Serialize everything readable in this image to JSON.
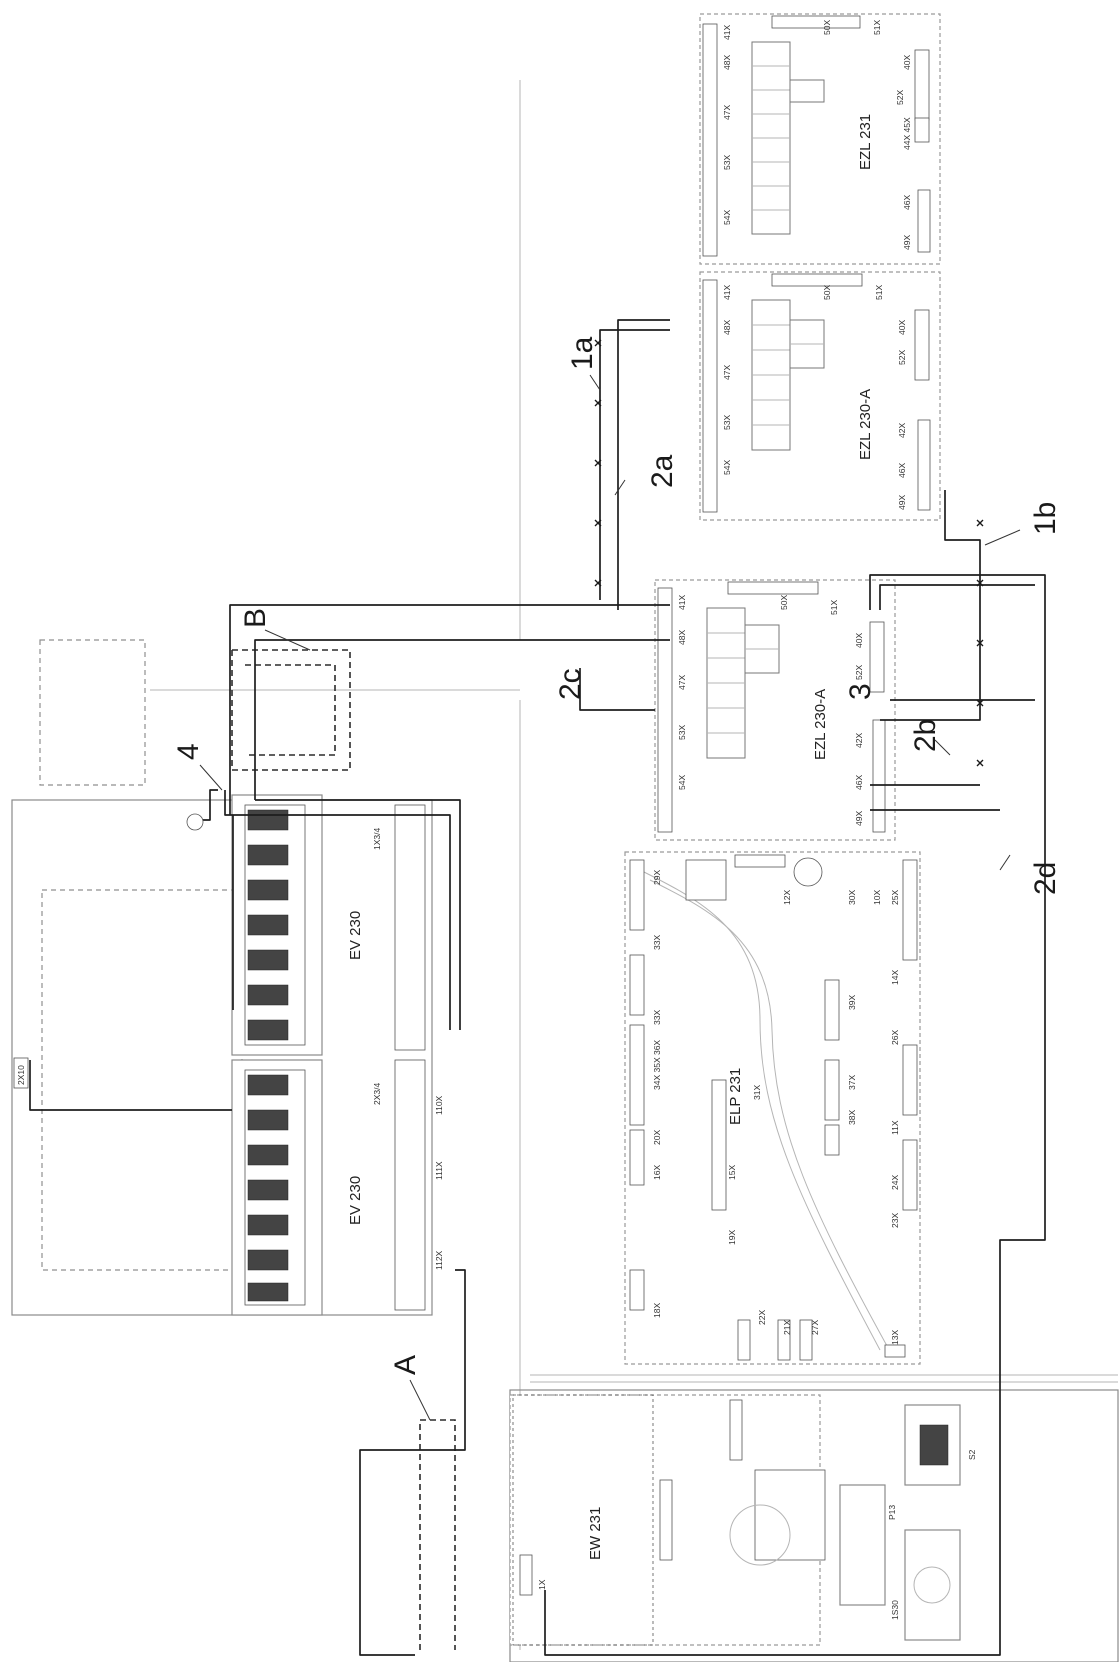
{
  "callouts": {
    "A": "A",
    "B": "B",
    "c4": "4",
    "c3": "3",
    "c1a": "1a",
    "c1b": "1b",
    "c2a": "2a",
    "c2b": "2b",
    "c2c": "2c",
    "c2d": "2d"
  },
  "boards": {
    "ezl231": {
      "name": "EZL 231",
      "connectors": [
        "41X",
        "48X",
        "47X",
        "53X",
        "54X",
        "50X",
        "51X",
        "40X",
        "52X",
        "44X 45X",
        "46X",
        "49X"
      ]
    },
    "ezl230a_top": {
      "name": "EZL 230-A",
      "connectors": [
        "41X",
        "48X",
        "47X",
        "53X",
        "54X",
        "50X",
        "51X",
        "40X",
        "52X",
        "42X",
        "46X",
        "49X"
      ]
    },
    "ezl230a_bottom": {
      "name": "EZL 230-A",
      "connectors": [
        "41X",
        "48X",
        "47X",
        "53X",
        "54X",
        "50X",
        "51X",
        "40X",
        "52X",
        "42X",
        "46X",
        "49X"
      ]
    },
    "elp231": {
      "name": "ELP 231",
      "connectors": [
        "29X",
        "33X",
        "33X",
        "34X 35X 36X",
        "20X",
        "16X",
        "18X",
        "15X",
        "19X",
        "31X",
        "22X",
        "21X",
        "27X",
        "12X",
        "30X",
        "10X",
        "38X",
        "37X",
        "39X",
        "25X",
        "14X",
        "26X",
        "11X",
        "24X",
        "23X",
        "13X"
      ]
    },
    "ev230_top": {
      "name": "EV 230",
      "connectors": [
        "1X3/4"
      ]
    },
    "ev230_bottom": {
      "name": "EV 230",
      "connectors": [
        "2X3/4",
        "110X",
        "111X",
        "112X"
      ]
    },
    "ew231": {
      "name": "EW 231",
      "connectors": [
        "1X",
        "P13",
        "S2",
        "1S30"
      ]
    },
    "misc": {
      "tag_2x10": "2X10"
    }
  },
  "colors": {
    "wire": "#1e1e1e",
    "board_outline": "#9a9a9a"
  }
}
